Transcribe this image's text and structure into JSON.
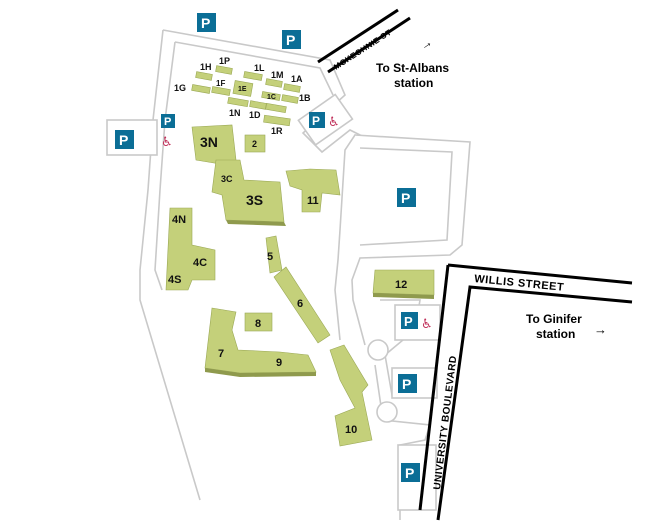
{
  "streets": {
    "mckenzie": "MCKECHNIE ST",
    "willis": "WILLIS STREET",
    "university": "UNIVERSITY BOULEVARD"
  },
  "stations": {
    "st_albans_line1": "To St-Albans",
    "st_albans_line2": "station",
    "ginifer_line1": "To Ginifer",
    "ginifer_line2": "station"
  },
  "parking_symbol": "P",
  "accessible_symbol": "♿",
  "arrow_symbol": "→",
  "colors": {
    "building": "#c4d07a",
    "parking": "#0b6e96",
    "accessible": "#c0305a",
    "path": "#c9c9c9"
  },
  "buildings": {
    "b1H": "1H",
    "b1P": "1P",
    "b1L": "1L",
    "b1M": "1M",
    "b1A": "1A",
    "b1G": "1G",
    "b1F": "1F",
    "b1E": "1E",
    "b1C": "1C",
    "b1B": "1B",
    "b1N": "1N",
    "b1D": "1D",
    "b1R": "1R",
    "b3N": "3N",
    "b2": "2",
    "b3C": "3C",
    "b3S": "3S",
    "b11": "11",
    "b4N": "4N",
    "b4C": "4C",
    "b4S": "4S",
    "b5": "5",
    "b6": "6",
    "b12": "12",
    "b8": "8",
    "b7": "7",
    "b9": "9",
    "b10": "10"
  }
}
